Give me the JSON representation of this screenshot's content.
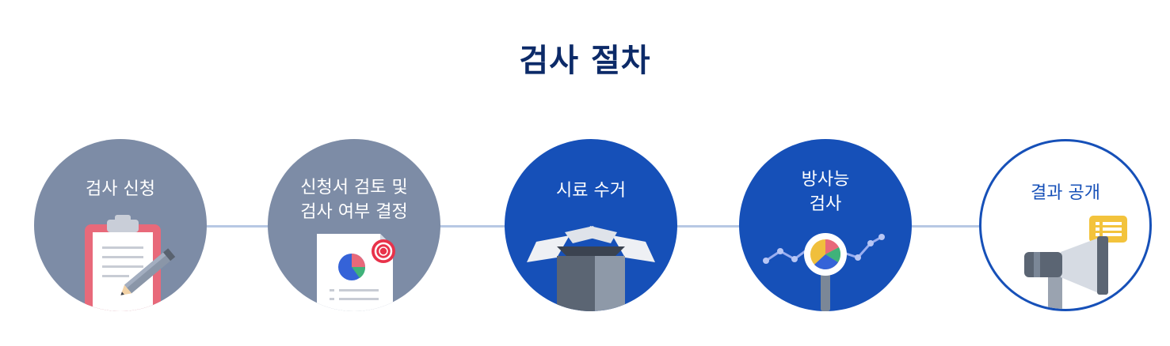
{
  "title": "검사 절차",
  "steps": [
    {
      "label": "검사 신청",
      "icon": "clipboard-pencil-icon"
    },
    {
      "label": "신청서 검토 및\n검사 여부 결정",
      "icon": "document-pie-chart-icon"
    },
    {
      "label": "시료 수거",
      "icon": "open-box-icon"
    },
    {
      "label": "방사능\n검사",
      "icon": "magnifier-chart-icon"
    },
    {
      "label": "결과 공개",
      "icon": "megaphone-icon"
    }
  ],
  "colors": {
    "title": "#0c2a68",
    "gray_step": "#7d8ca6",
    "blue_step": "#1650b8",
    "connector": "#b7c8e4"
  }
}
